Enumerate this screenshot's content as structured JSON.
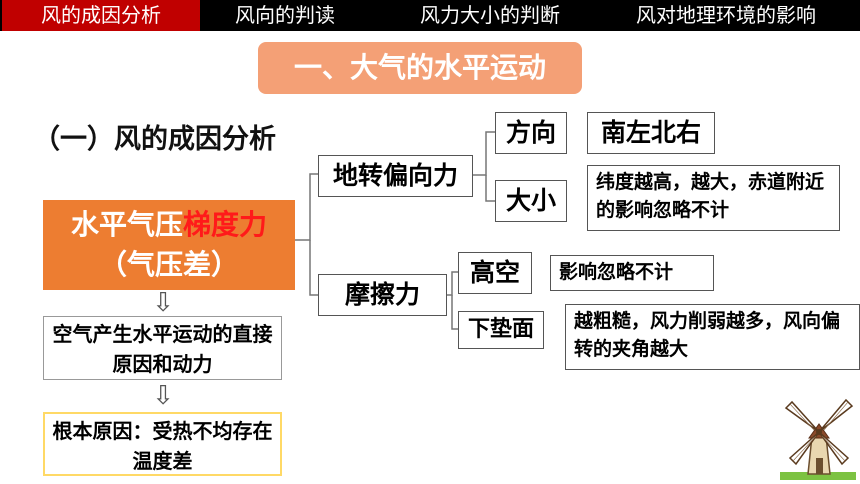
{
  "nav": {
    "tabs": [
      {
        "label": "风的成因分析",
        "active": true
      },
      {
        "label": "风向的判读",
        "active": false
      },
      {
        "label": "风力大小的判断",
        "active": false
      },
      {
        "label": "风对地理环境的影响",
        "active": false
      }
    ]
  },
  "title": "一、大气的水平运动",
  "section": "（一）风的成因分析",
  "main": {
    "line1_a": "水平气压",
    "line1_b": "梯度力",
    "line2": "（气压差）"
  },
  "branches": {
    "coriolis": {
      "label": "地转偏向力",
      "direction_label": "方向",
      "direction_value": "南左北右",
      "size_label": "大小",
      "size_value": "纬度越高，越大，赤道附近的影响忽略不计"
    },
    "friction": {
      "label": "摩擦力",
      "high_label": "高空",
      "high_value": "影响忽略不计",
      "surface_label": "下垫面",
      "surface_value": "越粗糙，风力削弱越多，风向偏转的夹角越大"
    }
  },
  "cause": "空气产生水平运动的直接原因和动力",
  "root_cause": "根本原因：受热不均存在温度差",
  "colors": {
    "nav_active": "#c00000",
    "banner": "#f4a076",
    "main_box": "#ed7d31",
    "highlight": "#ff1a1a",
    "root_border": "#ffd966"
  }
}
